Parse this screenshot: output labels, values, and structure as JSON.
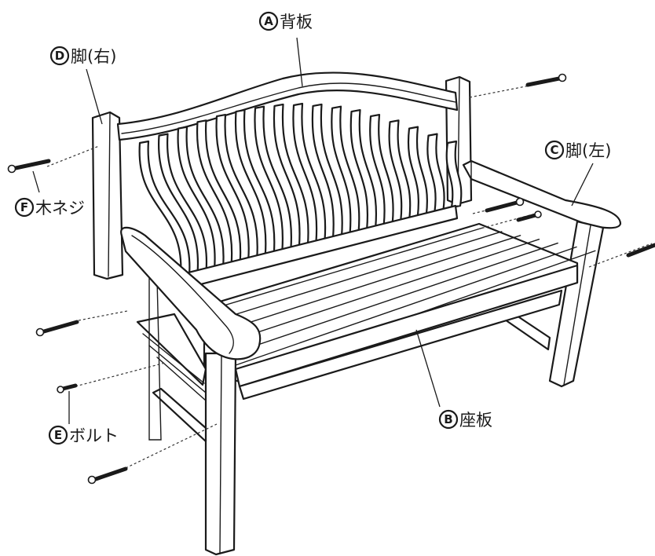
{
  "labels": {
    "back_panel": {
      "marker": "A",
      "text": "背板"
    },
    "seat_panel": {
      "marker": "B",
      "text": "座板"
    },
    "left_leg": {
      "marker": "C",
      "text": "脚(左)"
    },
    "right_leg": {
      "marker": "D",
      "text": "脚(右)"
    },
    "bolt": {
      "marker": "E",
      "text": "ボルト"
    },
    "wood_screw": {
      "marker": "F",
      "text": "木ネジ"
    }
  },
  "colors": {
    "line": "#1a1a1a",
    "background": "#ffffff"
  }
}
